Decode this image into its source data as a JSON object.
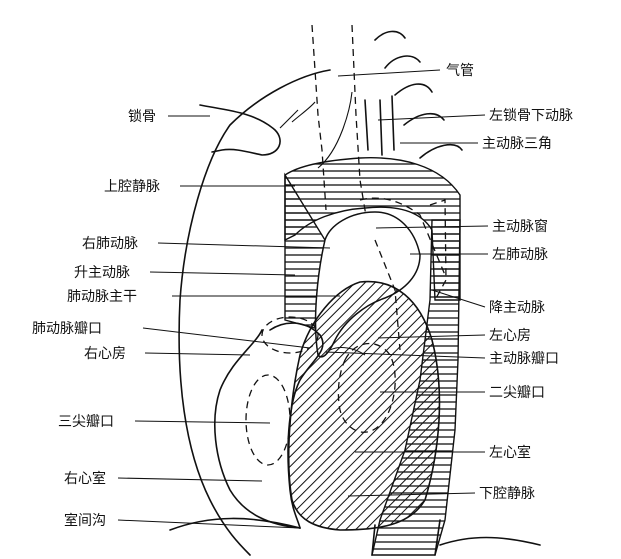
{
  "diagram": {
    "labels_left": [
      {
        "id": "clavicle",
        "text": "锁骨"
      },
      {
        "id": "svc",
        "text": "上腔静脉"
      },
      {
        "id": "rpa",
        "text": "右肺动脉"
      },
      {
        "id": "ascending-aorta",
        "text": "升主动脉"
      },
      {
        "id": "pulmonary-trunk",
        "text": "肺动脉主干"
      },
      {
        "id": "pulmonary-valve",
        "text": "肺动脉瓣口"
      },
      {
        "id": "right-atrium",
        "text": "右心房"
      },
      {
        "id": "tricuspid-valve",
        "text": "三尖瓣口"
      },
      {
        "id": "right-ventricle",
        "text": "右心室"
      },
      {
        "id": "interventricular-groove",
        "text": "室间沟"
      }
    ],
    "labels_right": [
      {
        "id": "trachea",
        "text": "气管"
      },
      {
        "id": "left-subclavian-artery",
        "text": "左锁骨下动脉"
      },
      {
        "id": "aortic-triangle",
        "text": "主动脉三角"
      },
      {
        "id": "aortic-window",
        "text": "主动脉窗"
      },
      {
        "id": "lpa",
        "text": "左肺动脉"
      },
      {
        "id": "descending-aorta",
        "text": "降主动脉"
      },
      {
        "id": "left-atrium",
        "text": "左心房"
      },
      {
        "id": "aortic-valve",
        "text": "主动脉瓣口"
      },
      {
        "id": "mitral-valve",
        "text": "二尖瓣口"
      },
      {
        "id": "left-ventricle",
        "text": "左心室"
      },
      {
        "id": "ivc",
        "text": "下腔静脉"
      }
    ]
  }
}
